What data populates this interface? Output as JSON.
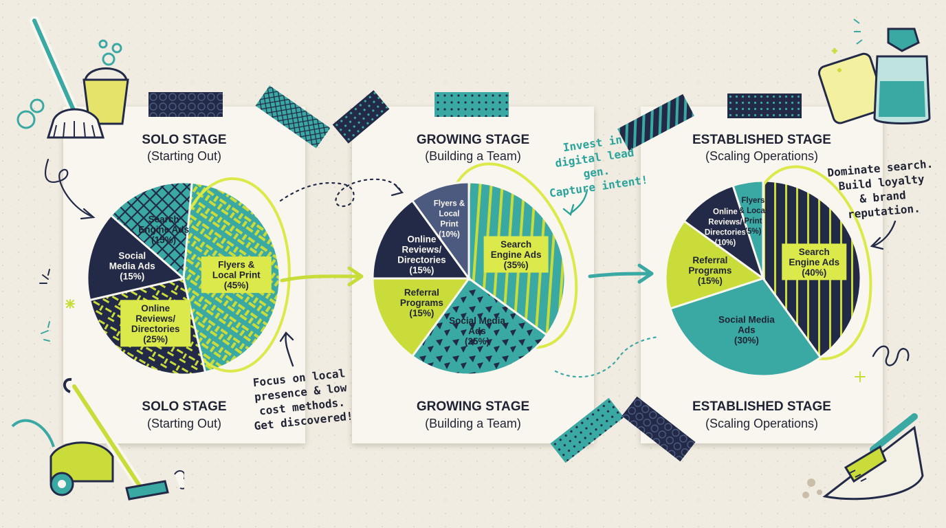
{
  "colors": {
    "navy": "#232a48",
    "teal": "#3aa8a3",
    "lime": "#c9dc3a",
    "slate": "#4c5a80",
    "paper": "#f8f6ee",
    "ink": "#1f2333",
    "highlight": "#dce94a"
  },
  "stages": [
    {
      "title": "SOLO STAGE",
      "subtitle": "(Starting Out)",
      "note": [
        "Focus on local",
        "presence & low",
        "cost methods.",
        "Get discovered!"
      ]
    },
    {
      "title": "GROWING STAGE",
      "subtitle": "(Building a Team)",
      "note": [
        "Invest in",
        "digital lead",
        "gen.",
        "Capture intent!"
      ]
    },
    {
      "title": "ESTABLISHED STAGE",
      "subtitle": "(Scaling Operations)",
      "note": [
        "Dominate search.",
        "Build loyalty",
        "& brand",
        "reputation."
      ]
    }
  ],
  "icons": [
    "mop-bucket-icon",
    "spray-bottle-sponge-icon",
    "vacuum-cleaner-icon",
    "dustpan-brush-icon"
  ],
  "chart_data": [
    {
      "type": "pie",
      "slices": [
        {
          "label": [
            "Flyers &",
            "Local Print"
          ],
          "value": 45,
          "pct": "(45%)",
          "fill": "lime-pattern",
          "highlight": true,
          "emphasized": true
        },
        {
          "label": [
            "Online",
            "Reviews/",
            "Directories"
          ],
          "value": 25,
          "pct": "(25%)",
          "fill": "navy-lime-pattern",
          "highlight": true
        },
        {
          "label": [
            "Social",
            "Media Ads"
          ],
          "value": 15,
          "pct": "(15%)",
          "fill": "navy"
        },
        {
          "label": [
            "Search",
            "Engine Ads"
          ],
          "value": 15,
          "pct": "(15%)",
          "fill": "teal-pattern"
        }
      ]
    },
    {
      "type": "pie",
      "slices": [
        {
          "label": [
            "Search",
            "Engine Ads"
          ],
          "value": 35,
          "pct": "(35%)",
          "fill": "teal-stripes",
          "highlight": true,
          "emphasized": true
        },
        {
          "label": [
            "Social Media",
            "Ads"
          ],
          "value": 25,
          "pct": "(25%)",
          "fill": "navy-teal-pattern"
        },
        {
          "label": [
            "Referral",
            "Programs"
          ],
          "value": 15,
          "pct": "(15%)",
          "fill": "lime"
        },
        {
          "label": [
            "Online",
            "Reviews/",
            "Directories"
          ],
          "value": 15,
          "pct": "(15%)",
          "fill": "navy"
        },
        {
          "label": [
            "Flyers &",
            "Local",
            "Print"
          ],
          "value": 10,
          "pct": "(10%)",
          "fill": "slate"
        }
      ]
    },
    {
      "type": "pie",
      "slices": [
        {
          "label": [
            "Search",
            "Engine Ads"
          ],
          "value": 40,
          "pct": "(40%)",
          "fill": "navy-stripes",
          "highlight": true,
          "emphasized": true
        },
        {
          "label": [
            "Social Media",
            "Ads"
          ],
          "value": 30,
          "pct": "(30%)",
          "fill": "teal"
        },
        {
          "label": [
            "Referral",
            "Programs"
          ],
          "value": 15,
          "pct": "(15%)",
          "fill": "lime"
        },
        {
          "label": [
            "Online",
            "Reviews/",
            "Directories"
          ],
          "value": 10,
          "pct": "(10%)",
          "fill": "navy"
        },
        {
          "label": [
            "Flyers",
            "& Local",
            "Print"
          ],
          "value": 5,
          "pct": "(5%)",
          "fill": "teal"
        }
      ]
    }
  ]
}
